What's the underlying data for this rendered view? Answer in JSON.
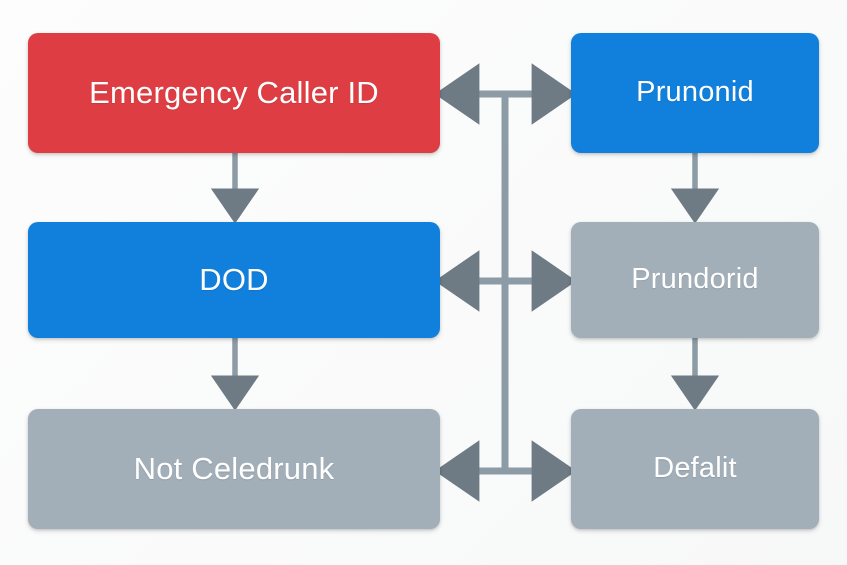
{
  "diagram": {
    "title": "Flowchart",
    "background_color": "#fbfbfb",
    "colors": {
      "red": "#DE3E43",
      "blue": "#1180DD",
      "gray": "#A2AEB8",
      "connector": "#8C9BA5",
      "arrowhead": "#6E7B85",
      "label": "#FFFFFF"
    },
    "nodes": [
      {
        "id": "emergency-caller-id",
        "label": "Emergency Caller ID",
        "color": "#DE3E43",
        "column": "left",
        "row": 1
      },
      {
        "id": "dod",
        "label": "DOD",
        "color": "#1180DD",
        "column": "left",
        "row": 2
      },
      {
        "id": "not-celedrunk",
        "label": "Not Celedrunk",
        "color": "#A2AEB8",
        "column": "left",
        "row": 3
      },
      {
        "id": "prunonid",
        "label": "Prunonid",
        "color": "#1180DD",
        "column": "right",
        "row": 1
      },
      {
        "id": "prundorid",
        "label": "Prundorid",
        "color": "#A2AEB8",
        "column": "right",
        "row": 2
      },
      {
        "id": "defalit",
        "label": "Defalit",
        "color": "#A2AEB8",
        "column": "right",
        "row": 3
      }
    ],
    "edges": [
      {
        "id": "edge-emergency-to-dod",
        "from": "emergency-caller-id",
        "to": "dod",
        "kind": "down",
        "arrowheads": "end"
      },
      {
        "id": "edge-dod-to-not-celedrunk",
        "from": "dod",
        "to": "not-celedrunk",
        "kind": "down",
        "arrowheads": "end"
      },
      {
        "id": "edge-prunonid-to-prundorid",
        "from": "prunonid",
        "to": "prundorid",
        "kind": "down",
        "arrowheads": "end"
      },
      {
        "id": "edge-prundorid-to-defalit",
        "from": "prundorid",
        "to": "defalit",
        "kind": "down",
        "arrowheads": "end"
      },
      {
        "id": "edge-emergency-prunonid",
        "from": "emergency-caller-id",
        "to": "prunonid",
        "kind": "bidirectional",
        "arrowheads": "both"
      },
      {
        "id": "edge-dod-prundorid",
        "from": "dod",
        "to": "prundorid",
        "kind": "bidirectional",
        "arrowheads": "both"
      },
      {
        "id": "edge-notceledrunk-defalit",
        "from": "not-celedrunk",
        "to": "defalit",
        "kind": "bidirectional",
        "arrowheads": "both"
      },
      {
        "id": "edge-vertical-trunk",
        "from": "row1-link",
        "to": "row3-link",
        "kind": "trunk",
        "arrowheads": "none"
      }
    ]
  }
}
